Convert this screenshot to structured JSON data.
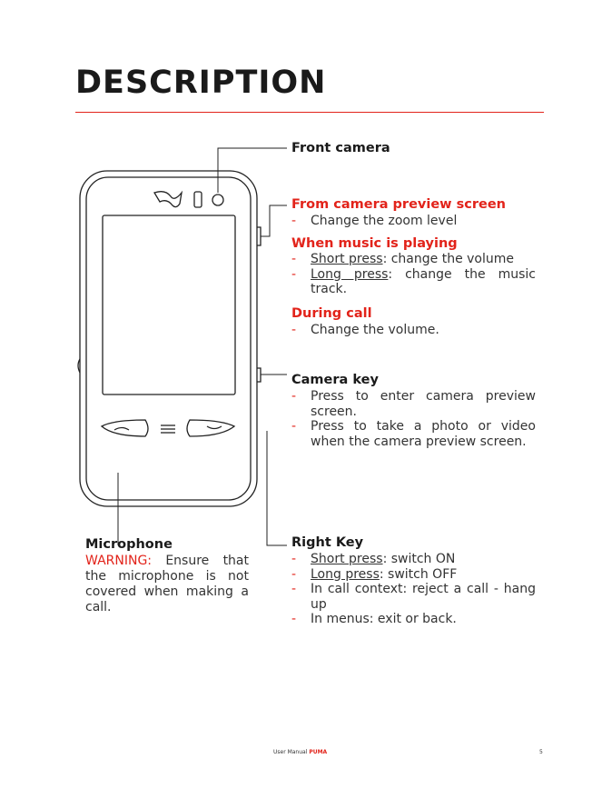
{
  "page": {
    "title": "DESCRIPTION"
  },
  "front_camera": {
    "heading": "Front camera"
  },
  "volume_key": {
    "section1_heading": "From camera preview screen",
    "section1_items": [
      "Change the zoom level"
    ],
    "section2_heading": "When music is playing",
    "section2_item1_label": "Short press",
    "section2_item1_text": ": change the volume",
    "section2_item2_label": "Long press",
    "section2_item2_text": ":  change  the  music track.",
    "section3_heading": "During call",
    "section3_items": [
      "Change the volume."
    ]
  },
  "camera_key": {
    "heading": "Camera key",
    "items": [
      "Press  to  enter  camera  preview screen.",
      "Press  to  take  a  photo  or  video when  the  camera  preview screen."
    ]
  },
  "microphone": {
    "heading": "Microphone",
    "warning_label": "WARNING:",
    "warning_text": " Ensure that the microphone is not covered when making a call."
  },
  "right_key": {
    "heading": "Right Key",
    "item1_label": "Short press",
    "item1_text": ": switch ON",
    "item2_label": "Long press",
    "item2_text": ": switch OFF",
    "item3": "In  call  context:  reject  a  call  - hang up",
    "item4": "In menus: exit or back."
  },
  "footer": {
    "manual_label": "User Manual",
    "brand": "PUMA",
    "page_number": "5"
  },
  "colors": {
    "accent": "#e2231a",
    "text": "#333333",
    "heading": "#1a1a1a"
  }
}
